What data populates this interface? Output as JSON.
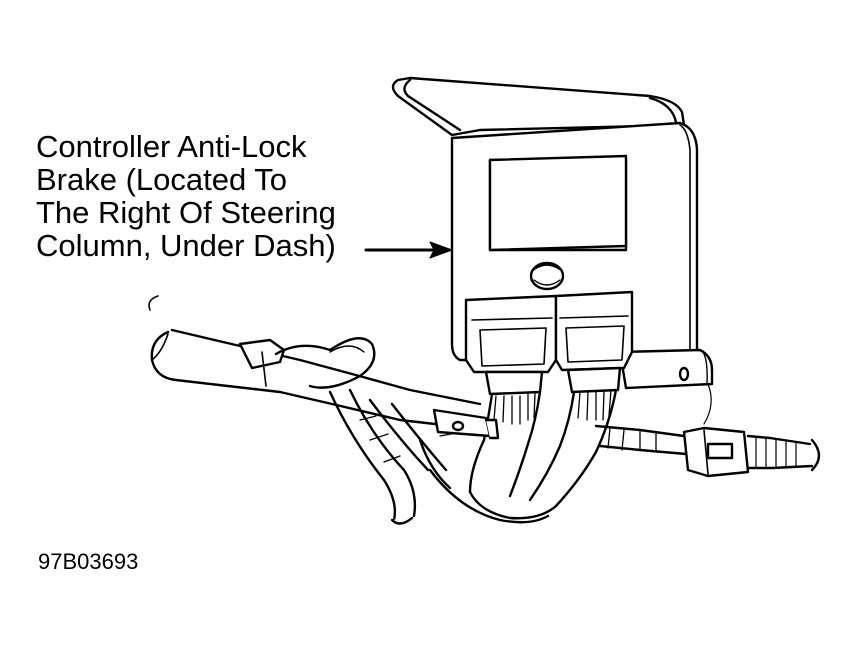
{
  "callout": {
    "lines": [
      "Controller Anti-Lock",
      "Brake (Located To",
      "The Right Of Steering",
      "Column, Under Dash)"
    ]
  },
  "figure_id": "97B03693",
  "colors": {
    "ink": "#000000",
    "paper": "#ffffff"
  }
}
